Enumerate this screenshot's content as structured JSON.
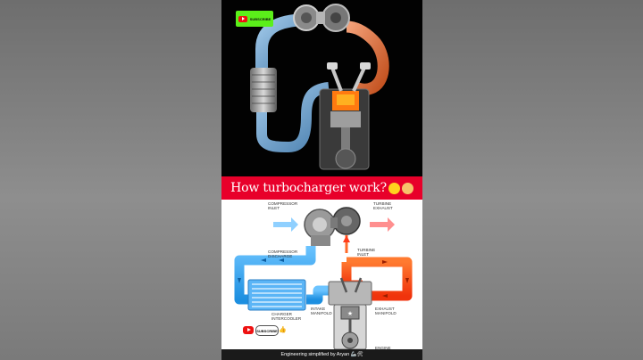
{
  "video": {
    "title": "How turbocharger work?",
    "credit": "Engineering simplified by Aryan 🦾🛠"
  },
  "badge": {
    "label": "SUBSCRIBE",
    "icon": "youtube-icon"
  },
  "subscribe_overlay": {
    "button_label": "SUBSCRIBE",
    "icon": "youtube-icon",
    "like_icon": "thumbs-up-icon"
  },
  "diagram_labels": {
    "compressor_inlet": "COMPRESSOR INLET",
    "turbine_exhaust": "TURBINE EXHAUST",
    "compressor_discharge": "COMPRESSOR DISCHARGE",
    "turbine_inlet": "TURBINE INLET",
    "charger_intercooler": "CHARGER INTERCOOLER",
    "intake_manifold": "INTAKE MANIFOLD",
    "exhaust_manifold": "EXHAUST MANIFOLD",
    "engine": "ENGINE"
  },
  "colors": {
    "title_bar": "#e8002a",
    "cold_air": "#2ea3f2",
    "hot_exhaust": "#ff4a10",
    "badge": "#5bef1a"
  }
}
